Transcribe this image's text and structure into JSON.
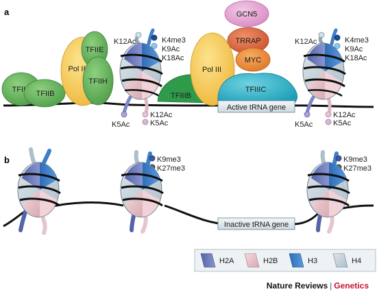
{
  "panels": {
    "a": "a",
    "b": "b"
  },
  "proteins": {
    "tfiia": "TFIIA",
    "tfiib": "TFIIB",
    "pol2": "Pol II",
    "tfiie": "TFIIE",
    "tfiih": "TFIIH",
    "tfiiib": "TFIIIB",
    "pol3": "Pol III",
    "tfiiic": "TFIIIC",
    "gcn5": "GCN5",
    "trrap": "TRRAP",
    "myc": "MYC"
  },
  "genes": {
    "active": "Active tRNA gene",
    "inactive": "Inactive tRNA gene"
  },
  "marks": {
    "k12ac": "K12Ac",
    "k4me3": "K4me3",
    "k9ac": "K9Ac",
    "k18ac": "K18Ac",
    "k5ac": "K5Ac",
    "k9me3": "K9me3",
    "k27me3": "K27me3"
  },
  "legend": {
    "h2a": "H2A",
    "h2b": "H2B",
    "h3": "H3",
    "h4": "H4"
  },
  "colors": {
    "green": "#5fae5a",
    "yellow": "#f6cc5a",
    "orange": "#e8823c",
    "rust": "#d8623a",
    "pink": "#e6a6d2",
    "teal": "#2bb2c8",
    "h2a": "#6b78b8",
    "h2b": "#e8c6cc",
    "h3": "#3d7ec6",
    "h4": "#c4d0d8"
  },
  "credit": {
    "journal": "Nature Reviews",
    "separator": "|",
    "subject": "Genetics"
  }
}
